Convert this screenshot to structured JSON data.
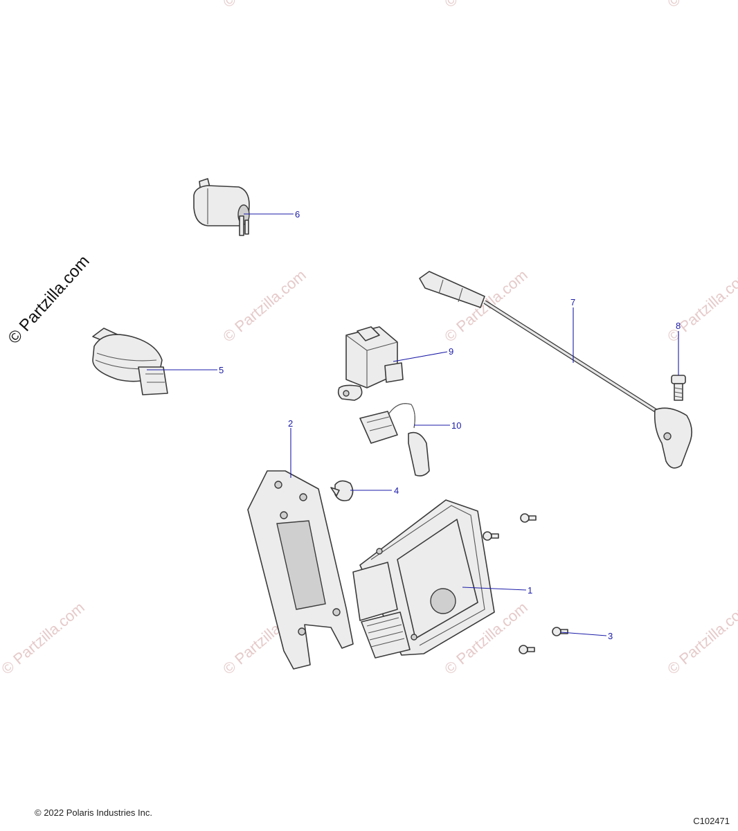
{
  "watermark": {
    "text": "© Partzilla.com",
    "color": "#e6caca"
  },
  "brand_mark": {
    "text": "© Partzilla.com"
  },
  "callouts": [
    {
      "id": "1",
      "label": "1"
    },
    {
      "id": "2",
      "label": "2"
    },
    {
      "id": "3",
      "label": "3"
    },
    {
      "id": "4",
      "label": "4"
    },
    {
      "id": "5",
      "label": "5"
    },
    {
      "id": "6",
      "label": "6"
    },
    {
      "id": "7",
      "label": "7"
    },
    {
      "id": "8",
      "label": "8"
    },
    {
      "id": "9",
      "label": "9"
    },
    {
      "id": "10",
      "label": "10"
    }
  ],
  "callout_color": "#1a1aa8",
  "footer": {
    "copyright": "© 2022 Polaris Industries Inc.",
    "figure_id": "C102471"
  }
}
